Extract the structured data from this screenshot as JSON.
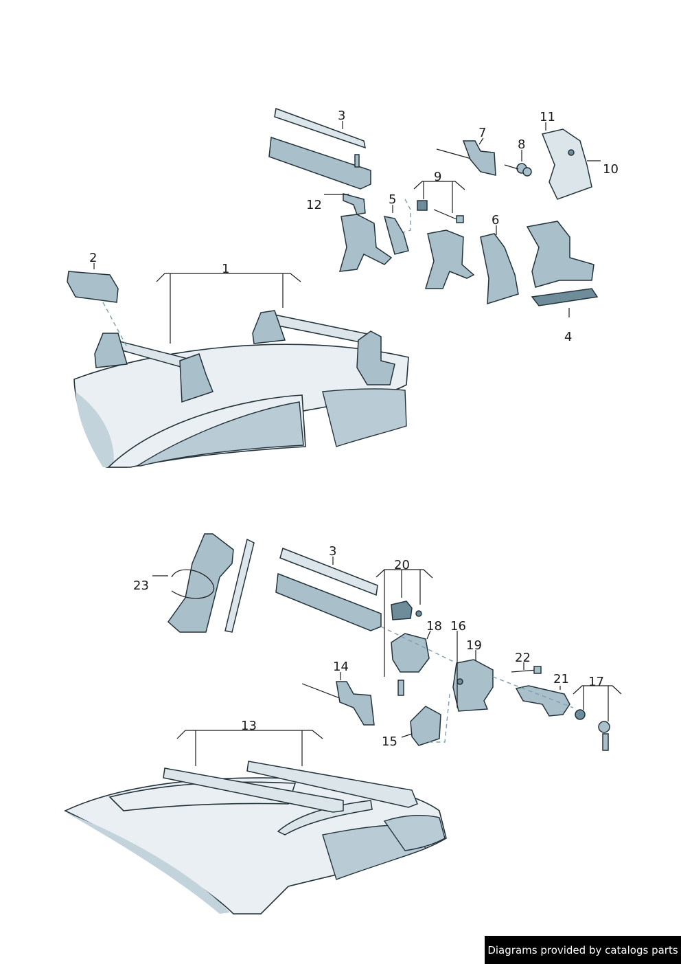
{
  "callouts": [
    {
      "id": "1",
      "text": "1"
    },
    {
      "id": "2",
      "text": "2"
    },
    {
      "id": "3a",
      "text": "3"
    },
    {
      "id": "4",
      "text": "4"
    },
    {
      "id": "5",
      "text": "5"
    },
    {
      "id": "6",
      "text": "6"
    },
    {
      "id": "7",
      "text": "7"
    },
    {
      "id": "8",
      "text": "8"
    },
    {
      "id": "9",
      "text": "9"
    },
    {
      "id": "10",
      "text": "10"
    },
    {
      "id": "11",
      "text": "11"
    },
    {
      "id": "12",
      "text": "12"
    },
    {
      "id": "3b",
      "text": "3"
    },
    {
      "id": "13",
      "text": "13"
    },
    {
      "id": "14",
      "text": "14"
    },
    {
      "id": "15",
      "text": "15"
    },
    {
      "id": "16",
      "text": "16"
    },
    {
      "id": "17",
      "text": "17"
    },
    {
      "id": "18",
      "text": "18"
    },
    {
      "id": "19",
      "text": "19"
    },
    {
      "id": "20",
      "text": "20"
    },
    {
      "id": "21",
      "text": "21"
    },
    {
      "id": "22",
      "text": "22"
    },
    {
      "id": "23",
      "text": "23"
    }
  ],
  "footer": {
    "text": "Diagrams provided by catalogs parts"
  },
  "colors": {
    "part": "#dbe5ea",
    "shade": "#a9bfca",
    "outline": "#22323a",
    "footer_bg": "#000000"
  }
}
